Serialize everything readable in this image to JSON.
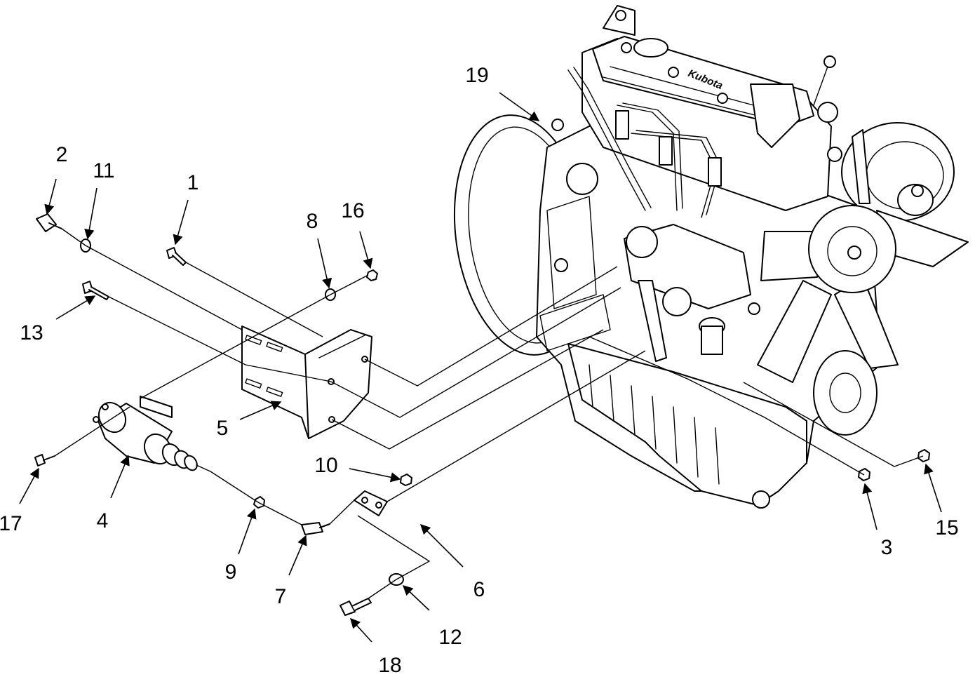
{
  "diagram": {
    "callouts": [
      {
        "id": "c1",
        "label": "1"
      },
      {
        "id": "c2",
        "label": "2"
      },
      {
        "id": "c3",
        "label": "3"
      },
      {
        "id": "c4",
        "label": "4"
      },
      {
        "id": "c5",
        "label": "5"
      },
      {
        "id": "c6",
        "label": "6"
      },
      {
        "id": "c7",
        "label": "7"
      },
      {
        "id": "c8",
        "label": "8"
      },
      {
        "id": "c9",
        "label": "9"
      },
      {
        "id": "c10",
        "label": "10"
      },
      {
        "id": "c11",
        "label": "11"
      },
      {
        "id": "c12",
        "label": "12"
      },
      {
        "id": "c13",
        "label": "13"
      },
      {
        "id": "c15",
        "label": "15"
      },
      {
        "id": "c16",
        "label": "16"
      },
      {
        "id": "c17",
        "label": "17"
      },
      {
        "id": "c18",
        "label": "18"
      },
      {
        "id": "c19",
        "label": "19"
      }
    ],
    "engine_logo_text": "Kubota"
  }
}
